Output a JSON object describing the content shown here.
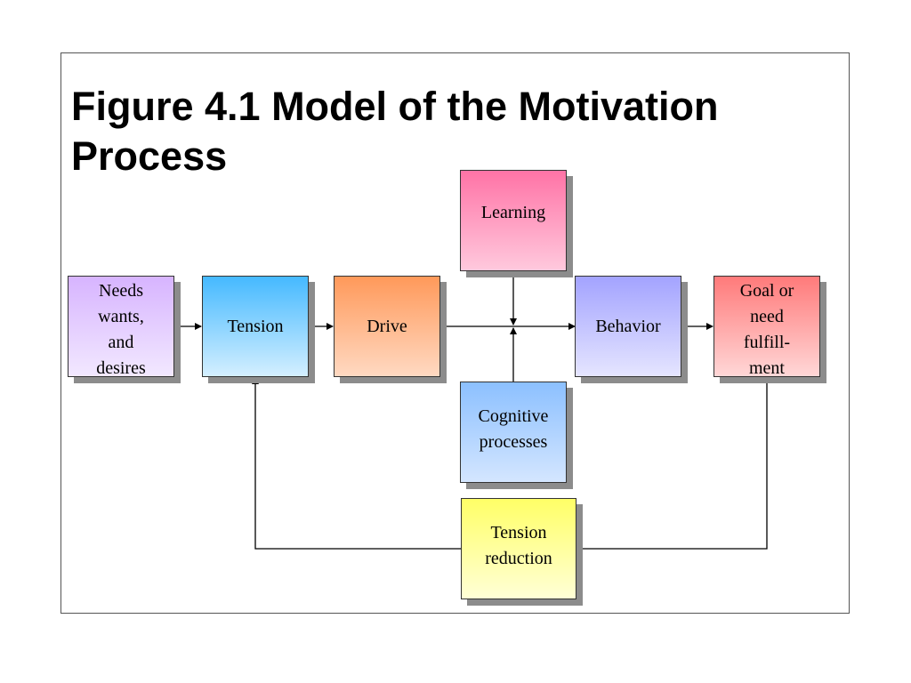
{
  "title": {
    "line1": "Figure 4.1  Model of the Motivation",
    "line2": "Process"
  },
  "nodes": {
    "needs": {
      "label": "Needs\nwants,\nand\ndesires",
      "color_top": "#d7b4ff",
      "color_bottom": "#f2e8ff"
    },
    "tension": {
      "label": "Tension",
      "color_top": "#45b9ff",
      "color_bottom": "#d4efff"
    },
    "drive": {
      "label": "Drive",
      "color_top": "#ff995a",
      "color_bottom": "#ffd9c2"
    },
    "learning": {
      "label": "Learning",
      "color_top": "#ff73a6",
      "color_bottom": "#ffc9dd"
    },
    "behavior": {
      "label": "Behavior",
      "color_top": "#a3a3ff",
      "color_bottom": "#e5e5ff"
    },
    "goal": {
      "label": "Goal or\nneed\nfulfill-\nment",
      "color_top": "#ff7a7a",
      "color_bottom": "#ffd7d7"
    },
    "cognitive": {
      "label": "Cognitive\nprocesses",
      "color_top": "#8cc0ff",
      "color_bottom": "#d4e6ff"
    },
    "tension_reduction": {
      "label": "Tension\nreduction",
      "color_top": "#ffff66",
      "color_bottom": "#ffffd6"
    }
  }
}
